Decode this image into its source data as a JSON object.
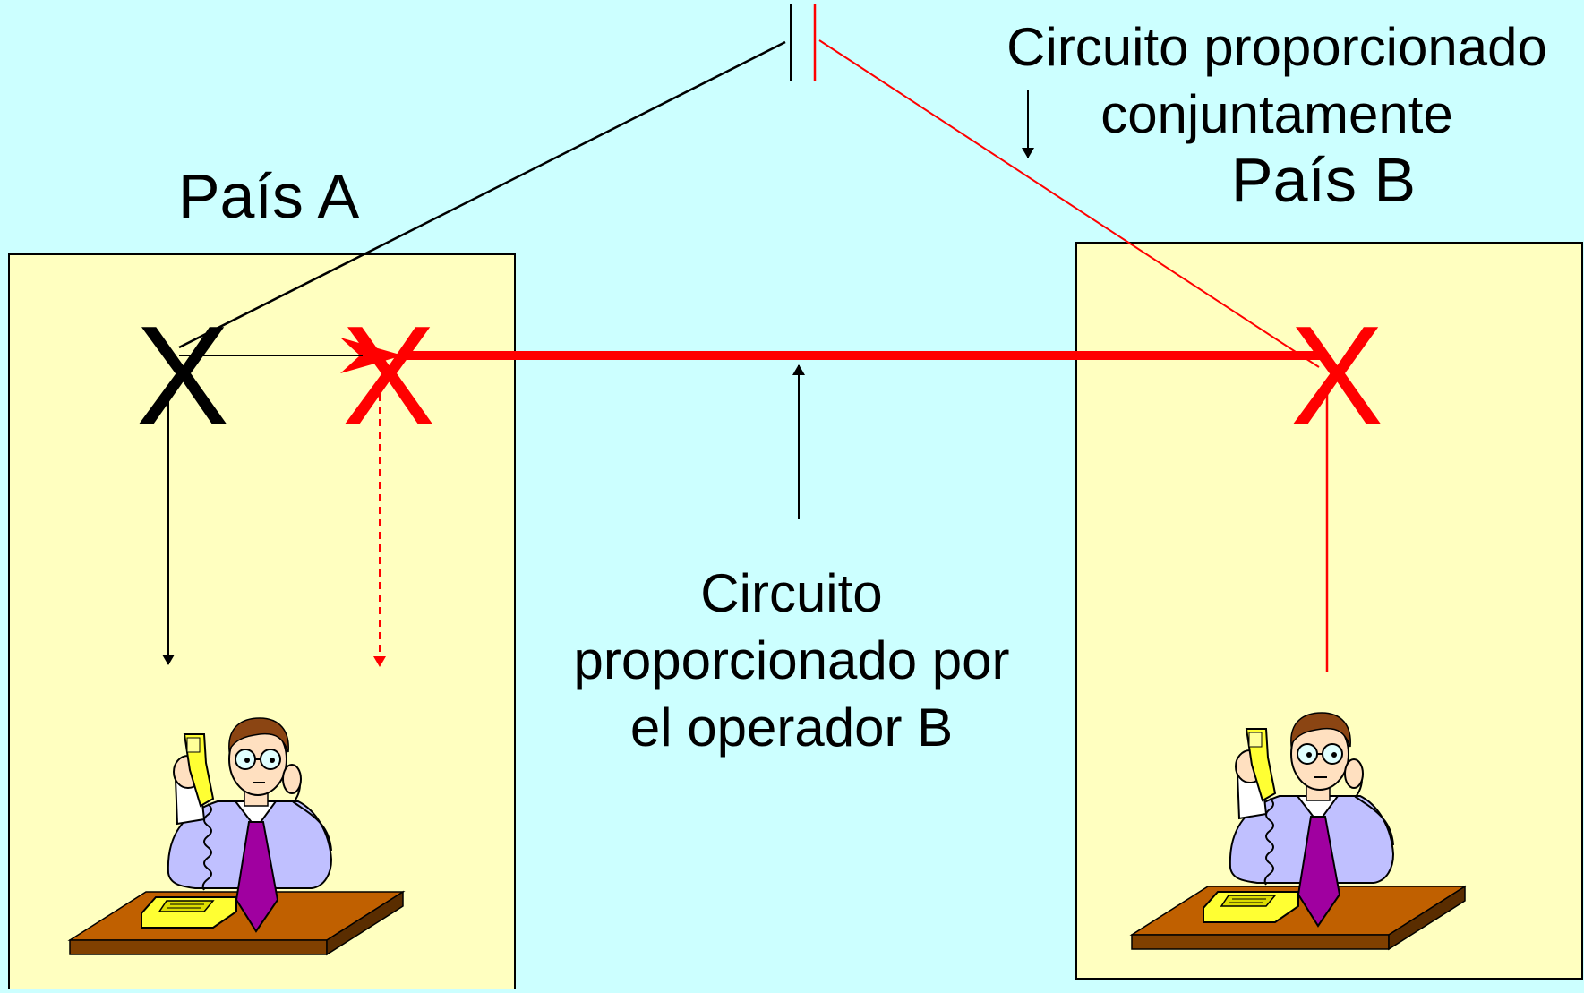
{
  "labels": {
    "country_a": "País A",
    "country_b": "País B",
    "joint_circuit_line1": "Circuito proporcionado",
    "joint_circuit_line2": "conjuntamente",
    "operator_circuit_line1": "Circuito",
    "operator_circuit_line2": "proporcionado por",
    "operator_circuit_line3": "el operador B",
    "switch_symbol": "X"
  },
  "colors": {
    "background": "#ccffff",
    "country_box": "#ffffc0",
    "black": "#000000",
    "red": "#ff0000",
    "desk": "#c06000",
    "desk_side": "#804000",
    "phone": "#ffff33",
    "shirt": "#c0c0ff",
    "tie": "#a000a0",
    "skin": "#ffe0c0",
    "hair": "#8b4513"
  },
  "icons": [
    "person-on-phone-icon",
    "desk-telephone-icon"
  ]
}
